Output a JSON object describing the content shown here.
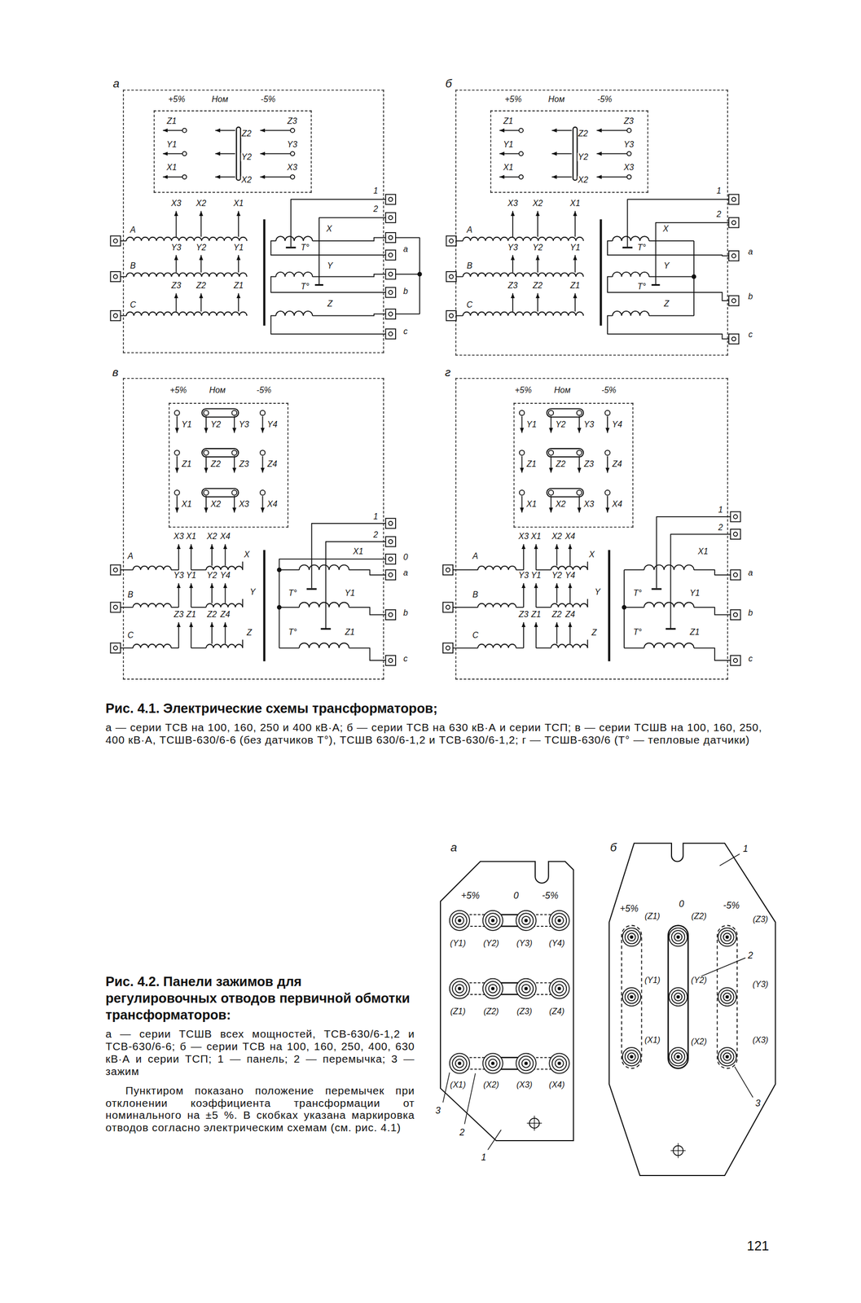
{
  "diagram": {
    "nodes": [
      {
        "text": [
          "а"
        ]
      },
      {
        "text": [
          "+5%",
          "Ном",
          "-5%",
          "Z1",
          "Y1",
          "X1",
          "Z2",
          "Y2",
          "X2",
          "Z3",
          "Y3",
          "X3"
        ],
        "in": 0
      },
      {
        "text": [
          "б"
        ]
      },
      {
        "text": [
          "+5%",
          "Ном",
          "-5%",
          "Z1",
          "Y1",
          "X1",
          "Z2",
          "Y2",
          "X2",
          "Z3",
          "Y3",
          "X3"
        ],
        "in": 2
      },
      {
        "text": [
          "в"
        ]
      },
      {
        "text": [
          "+5%",
          "Ном",
          "-5%",
          "Y1",
          "Y2",
          "Y3",
          "Y4",
          "Z1",
          "Z2",
          "Z3",
          "Z4",
          "X1",
          "X2",
          "X3",
          "X4"
        ],
        "in": 4
      },
      {
        "text": [
          "г"
        ]
      },
      {
        "text": [
          "+5%",
          "Ном",
          "-5%",
          "Y1",
          "Y2",
          "Y3",
          "Y4",
          "Z1",
          "Z2",
          "Z3",
          "Z4",
          "X1",
          "X2",
          "X3",
          "X4"
        ],
        "in": 6
      },
      {
        "text": [
          "а",
          "+5%",
          "0",
          "-5%",
          "(Y1)",
          "(Y2)",
          "(Y3)",
          "(Y4)",
          "(Z1)",
          "(Z2)",
          "(Z3)",
          "(Z4)",
          "(X1)",
          "(X2)",
          "(X3)",
          "(X4)"
        ]
      },
      {
        "text": [
          "б",
          "+5%",
          "(Z1)",
          "0",
          "(Z2)",
          "-5%",
          "(Z3)",
          "(Y1)",
          "(Y2)",
          "(Y3)",
          "(X1)",
          "(X2)",
          "(X3)"
        ]
      }
    ],
    "labels": [
      "X3",
      "X2",
      "X1",
      "Y3",
      "Y2",
      "Y1",
      "Z3",
      "Z2",
      "Z1",
      "A",
      "B",
      "C",
      "X",
      "Y",
      "Z",
      "T°",
      "T°",
      "1",
      "2",
      "a",
      "b",
      "c",
      "X3",
      "X2",
      "X1",
      "Y3",
      "Y2",
      "Y1",
      "Z3",
      "Z2",
      "Z1",
      "A",
      "B",
      "C",
      "X",
      "Y",
      "Z",
      "T°",
      "T°",
      "1",
      "2",
      "a",
      "b",
      "c",
      "X3",
      "X1",
      "X2",
      "X4",
      "A",
      "Y3",
      "Y1",
      "Y2",
      "Y4",
      "B",
      "Z3",
      "Z1",
      "Z2",
      "Z4",
      "C",
      "X",
      "Y",
      "Z",
      "X1",
      "Y1",
      "Z1",
      "T°",
      "T°",
      "1",
      "2",
      "0",
      "a",
      "b",
      "c",
      "X3",
      "X1",
      "X2",
      "X4",
      "A",
      "Y3",
      "Y1",
      "Y2",
      "Y4",
      "B",
      "Z3",
      "Z1",
      "Z2",
      "Z4",
      "C",
      "X",
      "Y",
      "Z",
      "X1",
      "Y1",
      "Z1",
      "T°",
      "T°",
      "1",
      "2",
      "a",
      "b",
      "c",
      "Рис. 4.1. Электрические схемы трансформаторов;",
      "а — серии ТСВ на 100, 160, 250 и 400 кВ·А; б — серии ТСВ на 630 кВ·А и серии ТСП; в — серии ТСШВ на 100, 160, 250, 400 кВ·А, ТСШВ-630/6-6 (без датчиков Т°), ТСШВ 630/6-1,2 и ТСВ-630/6-1,2; г — ТСШВ-630/6 (Т° — тепловые датчики)",
      "Рис. 4.2. Панели зажимов для регулировочных отводов первичной обмотки трансформаторов:",
      "а — серии ТСШВ всех мощностей, ТСВ-630/6-1,2 и ТСВ-630/6-6; б — серии ТСВ на 100, 160, 250, 400, 630 кВ·А и серии ТСП; 1 — панель; 2 — перемычка; 3 — зажим",
      "Пунктиром показано положение перемычек при отклонении коэффициента трансформации от номинального на ±5 %. В скобках указана маркировка отводов согласно электрическим схемам (см. рис. 4.1)",
      "3",
      "2",
      "1",
      "1",
      "2",
      "3",
      "121"
    ]
  }
}
